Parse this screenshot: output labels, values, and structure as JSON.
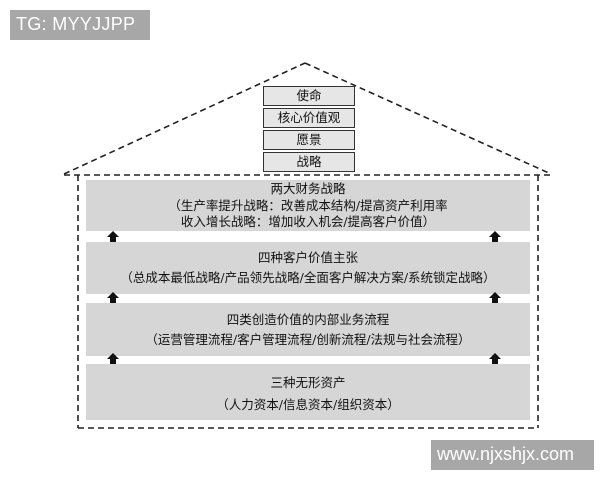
{
  "watermarks": {
    "top": "TG: MYYJJPP",
    "bottom": "www.njxshjx.com"
  },
  "roof_stack": [
    {
      "label": "使命"
    },
    {
      "label": "核心价值观"
    },
    {
      "label": "愿景"
    },
    {
      "label": "战略"
    }
  ],
  "layers": [
    {
      "title": "两大财务战略",
      "lines": [
        "（生产率提升战略：改善成本结构/提高资产利用率",
        "收入增长战略：增加收入机会/提高客户价值）"
      ]
    },
    {
      "title": "四种客户价值主张",
      "lines": [
        "（总成本最低战略/产品领先战略/全面客户解决方案/系统锁定战略）"
      ]
    },
    {
      "title": "四类创造价值的内部业务流程",
      "lines": [
        "（运营管理流程/客户管理流程/创新流程/法规与社会流程）"
      ]
    },
    {
      "title": "三种无形资产",
      "lines": [
        "（人力资本/信息资本/组织资本）"
      ]
    }
  ],
  "colors": {
    "layer_fill": "#d6d6d6",
    "stack_fill": "#e6e6e6",
    "watermark_bg": "#a7a7a7",
    "line": "#222222"
  }
}
